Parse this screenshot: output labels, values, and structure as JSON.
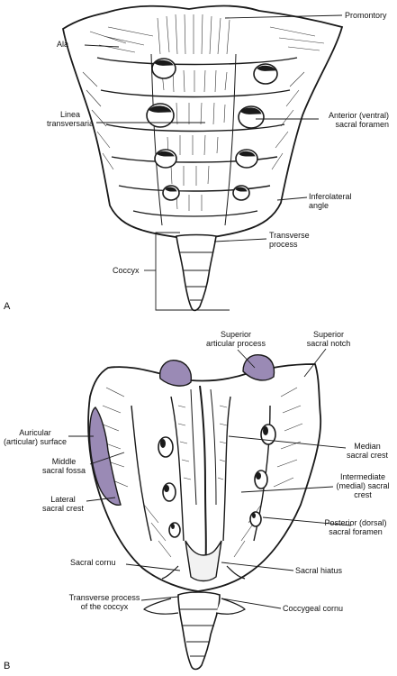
{
  "panel_a": {
    "letter": "A",
    "labels": {
      "promontory": "Promontory",
      "ala": "Ala",
      "linea_1": "Linea",
      "linea_2": "transversaria",
      "foramen_1": "Anterior (ventral)",
      "foramen_2": "sacral foramen",
      "infero_1": "Inferolateral",
      "infero_2": "angle",
      "tp_1": "Transverse",
      "tp_2": "process",
      "coccyx": "Coccyx"
    }
  },
  "panel_b": {
    "letter": "B",
    "labels": {
      "sup_art_1": "Superior",
      "sup_art_2": "articular process",
      "sup_notch_1": "Superior",
      "sup_notch_2": "sacral notch",
      "auric_1": "Auricular",
      "auric_2": "(articular) surface",
      "middle_1": "Middle",
      "middle_2": "sacral fossa",
      "median_1": "Median",
      "median_2": "sacral crest",
      "inter_1": "Intermediate",
      "inter_2": "(medial) sacral",
      "inter_3": "crest",
      "lateral_1": "Lateral",
      "lateral_2": "sacral crest",
      "posterior_1": "Posterior (dorsal)",
      "posterior_2": "sacral foramen",
      "cornu": "Sacral cornu",
      "hiatus": "Sacral hiatus",
      "tpc_1": "Transverse process",
      "tpc_2": "of the coccyx",
      "coccygeal": "Coccygeal cornu"
    },
    "highlight_color": "#9a8ab5"
  }
}
